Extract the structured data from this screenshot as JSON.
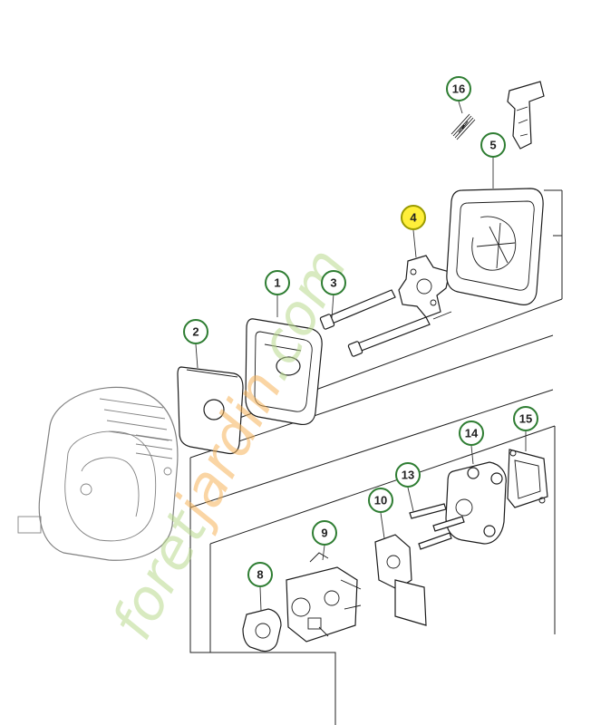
{
  "callouts": [
    {
      "label": "1"
    },
    {
      "label": "2"
    },
    {
      "label": "3"
    },
    {
      "label": "4",
      "highlighted": true
    },
    {
      "label": "5"
    },
    {
      "label": "8"
    },
    {
      "label": "9"
    },
    {
      "label": "10"
    },
    {
      "label": "13"
    },
    {
      "label": "14"
    },
    {
      "label": "15"
    },
    {
      "label": "16"
    }
  ],
  "watermark": {
    "text_a": "foret",
    "text_b": "jardin",
    "text_c": ".com",
    "colors": {
      "green": "#b9d98e",
      "orange": "#f6b45a"
    }
  },
  "colors": {
    "highlight": "#ffef3a",
    "callout_ring": "#2e7d32",
    "line": "#1c1c1c"
  }
}
